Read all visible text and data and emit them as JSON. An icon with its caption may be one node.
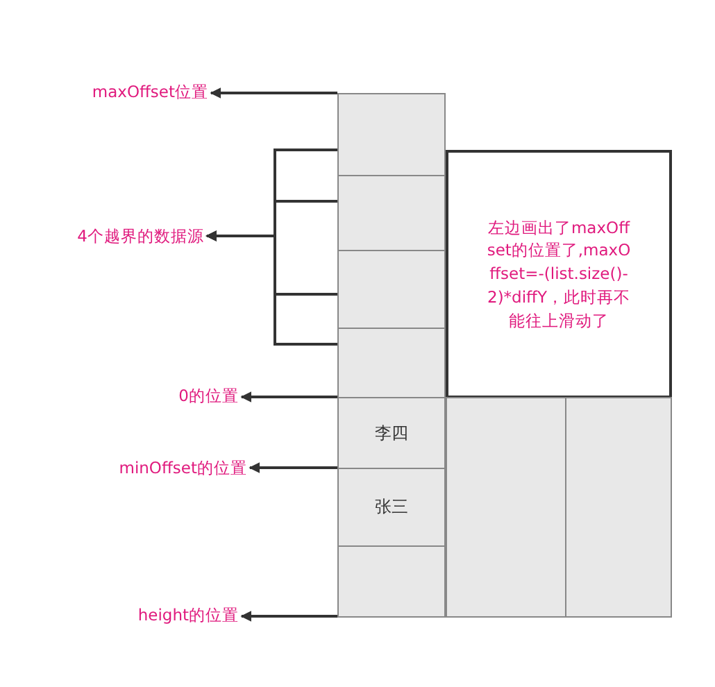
{
  "diagram": {
    "nodes": [
      {
        "text": [
          "maxOffset位置"
        ]
      },
      {
        "text": [
          "4个越界的数据源"
        ]
      },
      {
        "text": [
          "0的位置"
        ]
      },
      {
        "text": [
          "minOffset的位置"
        ]
      },
      {
        "text": [
          "height的位置"
        ]
      },
      {
        "text": [],
        "shape": "box"
      },
      {
        "text": [],
        "shape": "box"
      },
      {
        "text": [],
        "shape": "box"
      },
      {
        "text": [],
        "shape": "box"
      },
      {
        "text": [
          "左边画出了maxOffset的位置了,maxOffset=-(list.size()-2)*diffY，此时再不能往上滑动了"
        ]
      },
      {
        "text": [
          "李四"
        ]
      },
      {
        "text": [
          "张三"
        ]
      },
      {
        "text": [],
        "shape": "box"
      },
      {
        "text": [],
        "shape": "box"
      },
      {
        "text": [],
        "shape": "box"
      }
    ],
    "edges": [
      {
        "from": 5,
        "to": 0,
        "arrow": "to"
      },
      {
        "from": 5,
        "to": 1,
        "arrow": "to"
      },
      {
        "from": 6,
        "to": 1,
        "arrow": "to"
      },
      {
        "from": 7,
        "to": 1,
        "arrow": "to"
      },
      {
        "from": 8,
        "to": 1,
        "arrow": "to"
      },
      {
        "from": 8,
        "to": 2,
        "arrow": "to"
      },
      {
        "from": 10,
        "to": 3,
        "arrow": "to"
      },
      {
        "from": 12,
        "to": 4,
        "arrow": "to"
      }
    ]
  }
}
